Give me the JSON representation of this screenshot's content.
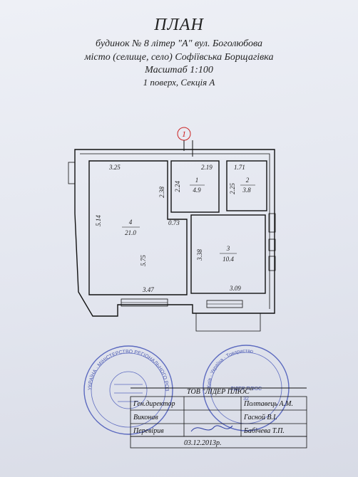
{
  "header": {
    "title": "ПЛАН",
    "line1": "будинок № 8  літер \"А\"    вул. Боголюбова",
    "line2": "місто (селище, село) Софіївська Борщагівка",
    "line3": "Масштаб 1:100",
    "line4": "1 поверх,    Секція А"
  },
  "marker": "1",
  "rooms": [
    {
      "num": "1",
      "area": "4.9"
    },
    {
      "num": "2",
      "area": "3.8"
    },
    {
      "num": "3",
      "area": "10.4"
    },
    {
      "num": "4",
      "area": "21.0"
    }
  ],
  "dims": {
    "d325": "3.25",
    "d219": "2.19",
    "d171": "1.71",
    "d224": "2.24",
    "d238": "2.38",
    "d225": "2.25",
    "d514": "5.14",
    "d073": "0.73",
    "d338": "3.38",
    "d575": "5.75",
    "d347": "3.47",
    "d309": "3.09"
  },
  "stamps": {
    "left_ring": "УКРАЇНА · МІНІСТЕРСТВО РЕГІОНАЛЬНОГО РОЗВИТКУ",
    "right_ring": "Київ · Україна · Товариство",
    "right_center": "ЛІДЕР ПЛЮС",
    "right_code": "32"
  },
  "table": {
    "company": "ТОВ \"ЛІДЕР ПЛЮС\"",
    "rows": [
      {
        "role": "Ген.директор",
        "name": "Полтавець А.М."
      },
      {
        "role": "Виконав",
        "name": "Гасной В.І."
      },
      {
        "role": "Перевірив",
        "name": "Бабічева Т.П."
      }
    ],
    "date": "03.12.2013р."
  }
}
